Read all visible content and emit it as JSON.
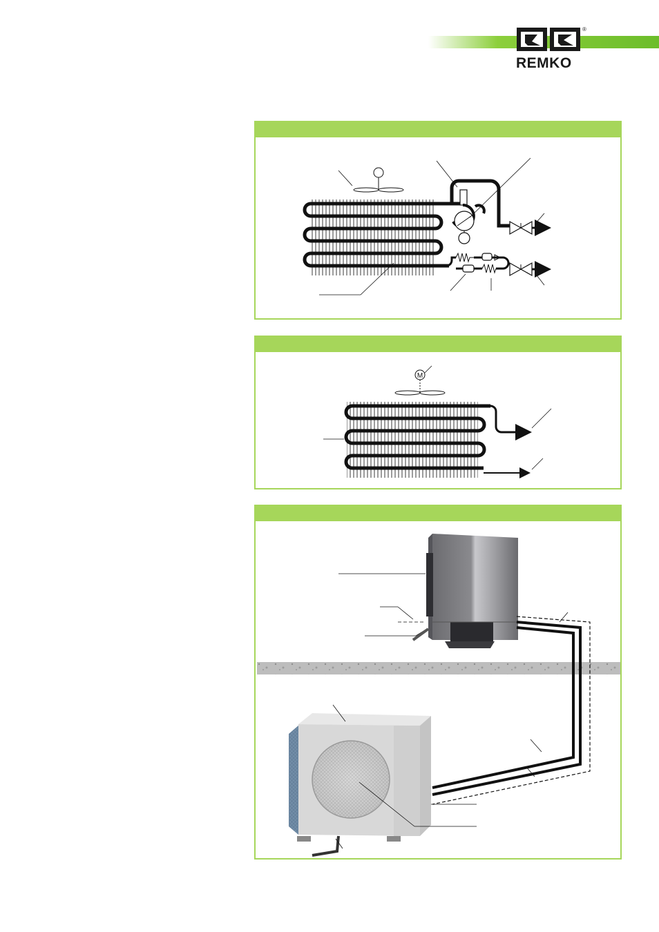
{
  "brand": {
    "name": "REMKO",
    "registered_mark": "®",
    "accent_color": "#7cc243",
    "panel_color": "#a6d65a"
  },
  "panels": [
    {
      "id": "outdoor-unit-refrigerant-circuit",
      "header": ""
    },
    {
      "id": "indoor-unit-heat-exchanger",
      "header": ""
    },
    {
      "id": "split-system-installation",
      "header": ""
    }
  ],
  "icons": {
    "fan": "fan-icon",
    "motor": "motor-icon",
    "compressor": "compressor-icon",
    "valve": "service-valve-icon"
  },
  "diagram2": {
    "motor_label": "M"
  }
}
